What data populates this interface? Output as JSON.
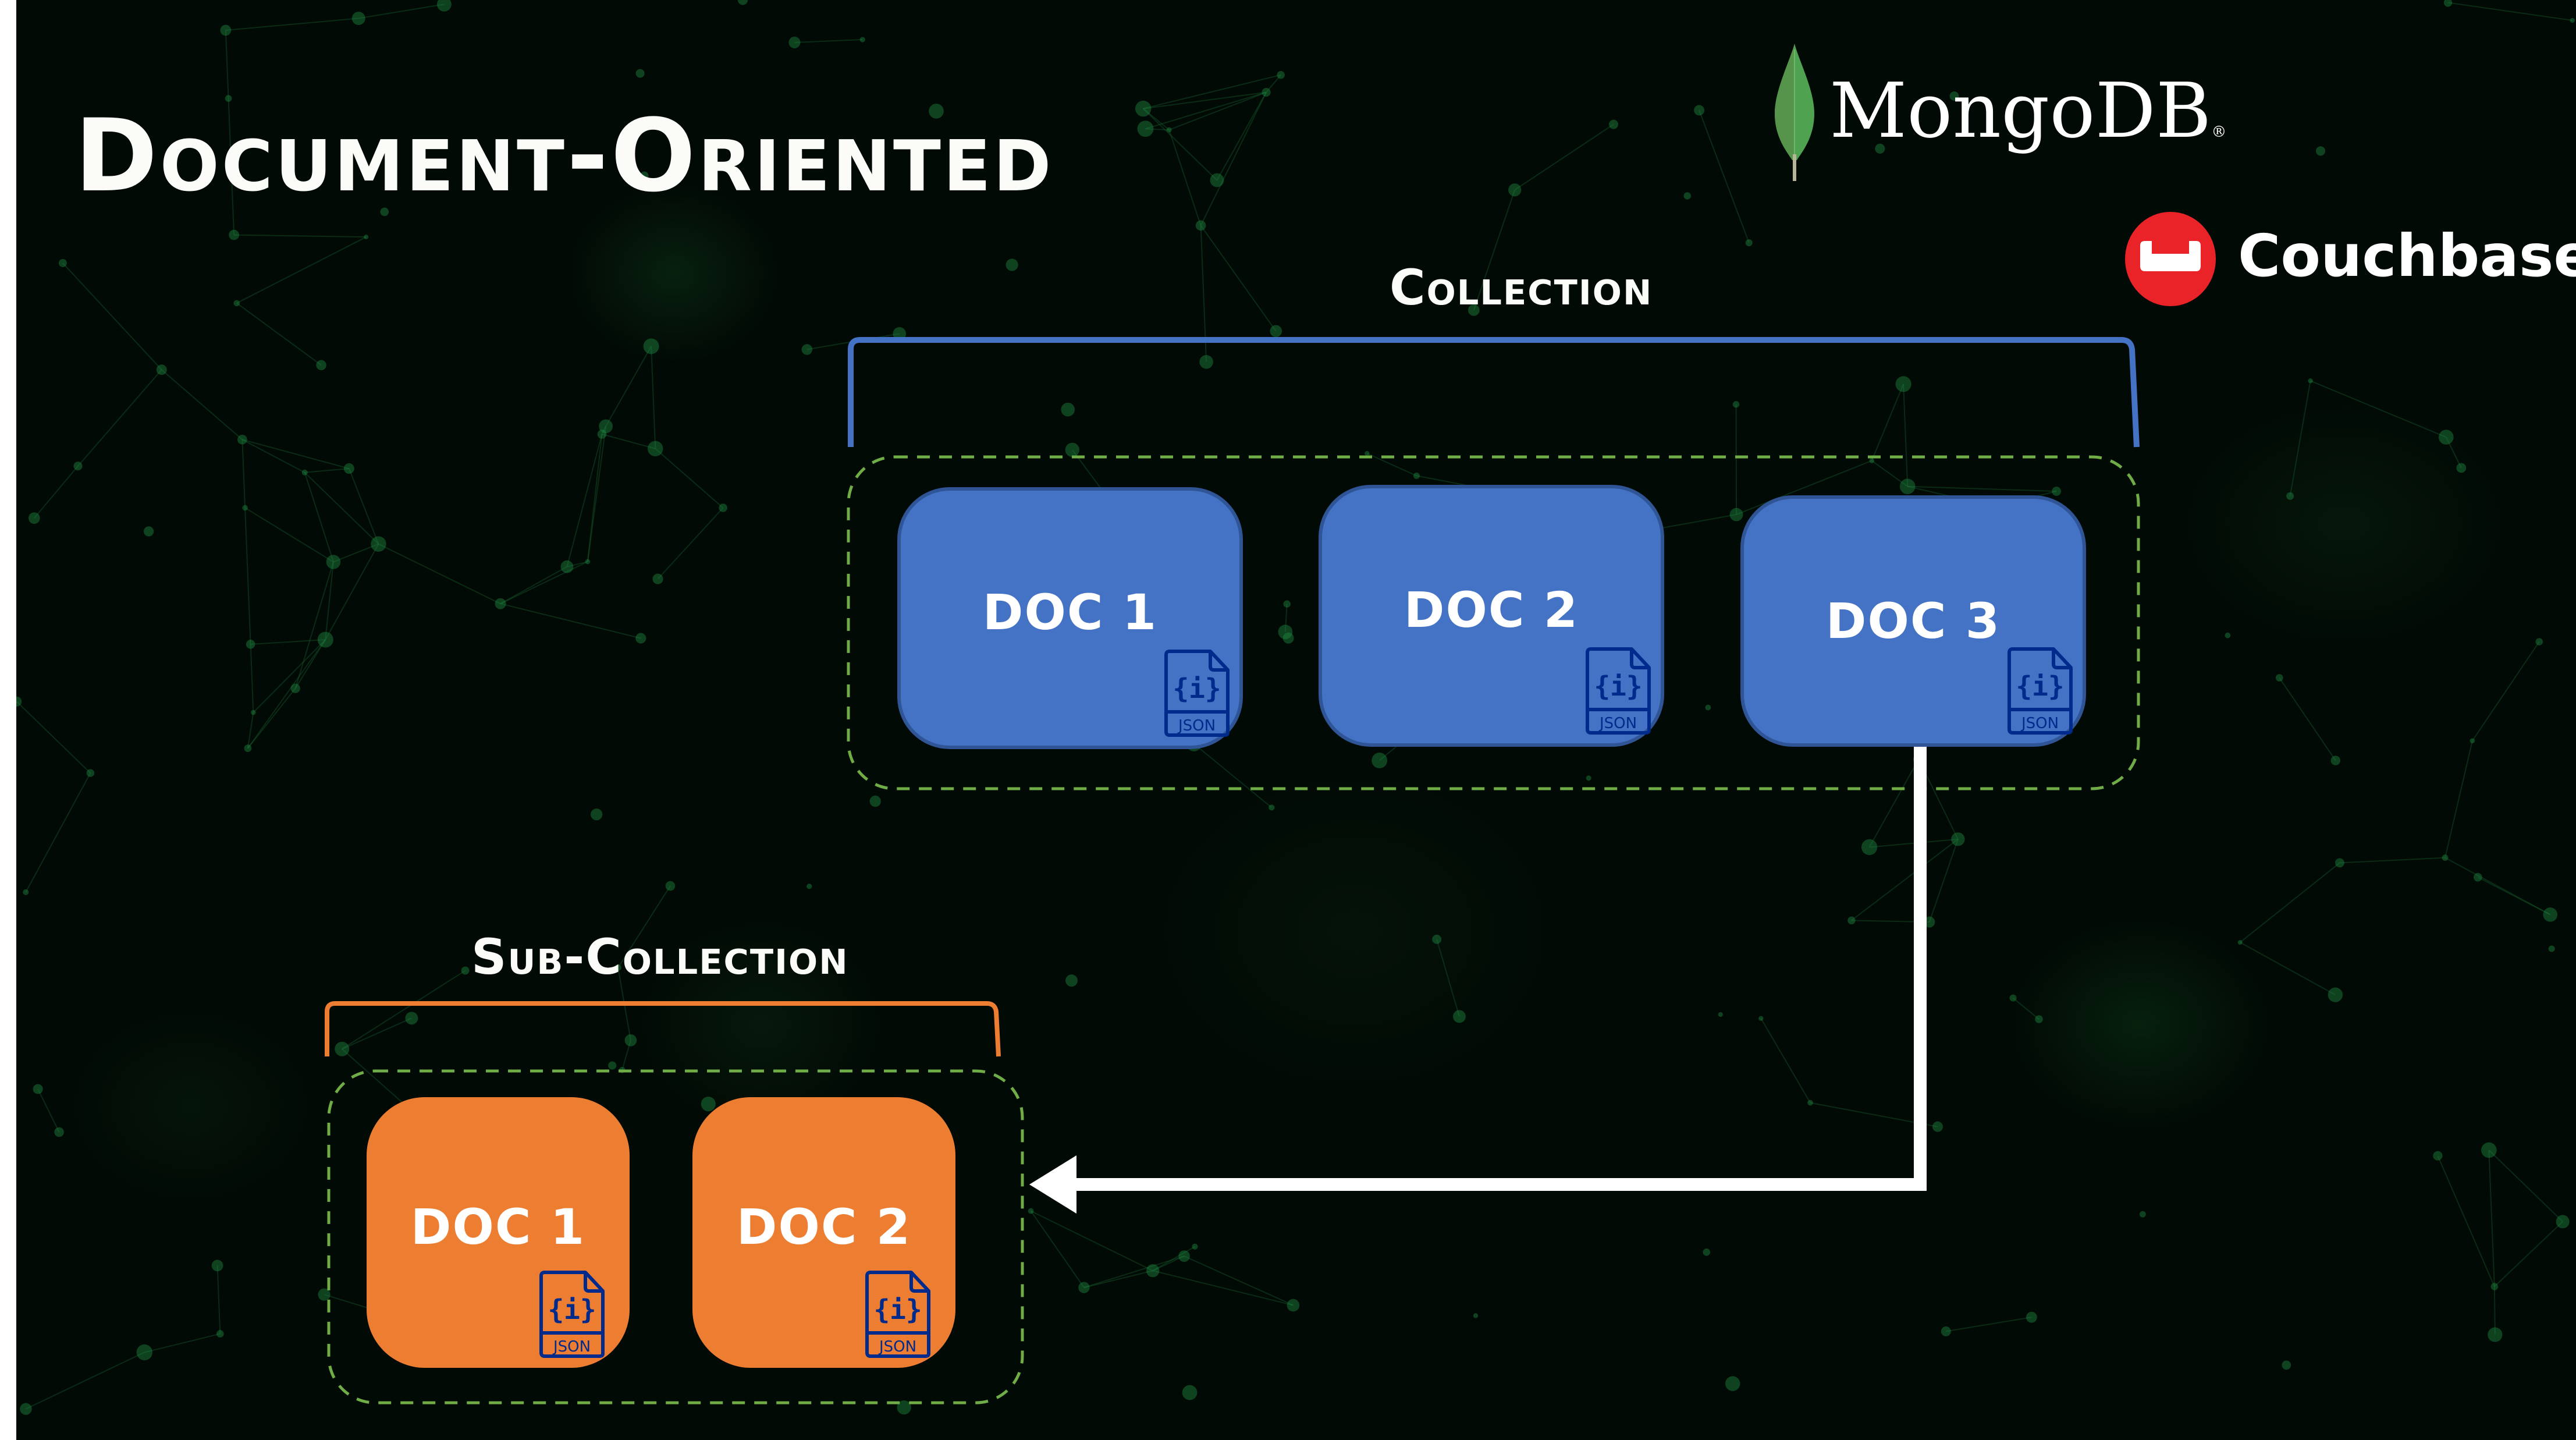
{
  "slide": {
    "title": "Document-Oriented",
    "colors": {
      "background": "#020a05",
      "collection_accent": "#4472c4",
      "subcollection_accent": "#ed7d31",
      "dashed_border": "#70ad47",
      "arrow": "#ffffff",
      "json_icon": "#002a8c"
    }
  },
  "logos": {
    "mongodb": {
      "icon": "leaf-icon",
      "name": "MongoDB",
      "mark": "®"
    },
    "couchbase": {
      "icon": "couchbase-logo-icon",
      "name": "Couchbase"
    }
  },
  "collection": {
    "label": "Collection",
    "docs": [
      {
        "label": "DOC 1",
        "icon": "json-file-icon",
        "icon_text": "JSON"
      },
      {
        "label": "DOC 2",
        "icon": "json-file-icon",
        "icon_text": "JSON"
      },
      {
        "label": "DOC 3",
        "icon": "json-file-icon",
        "icon_text": "JSON"
      }
    ]
  },
  "subcollection": {
    "label": "Sub-Collection",
    "parent": "DOC 3",
    "docs": [
      {
        "label": "DOC 1",
        "icon": "json-file-icon",
        "icon_text": "JSON"
      },
      {
        "label": "DOC 2",
        "icon": "json-file-icon",
        "icon_text": "JSON"
      }
    ]
  },
  "connector": {
    "from": "DOC 3",
    "to": "Sub-Collection",
    "icon": "arrow-left-icon"
  }
}
